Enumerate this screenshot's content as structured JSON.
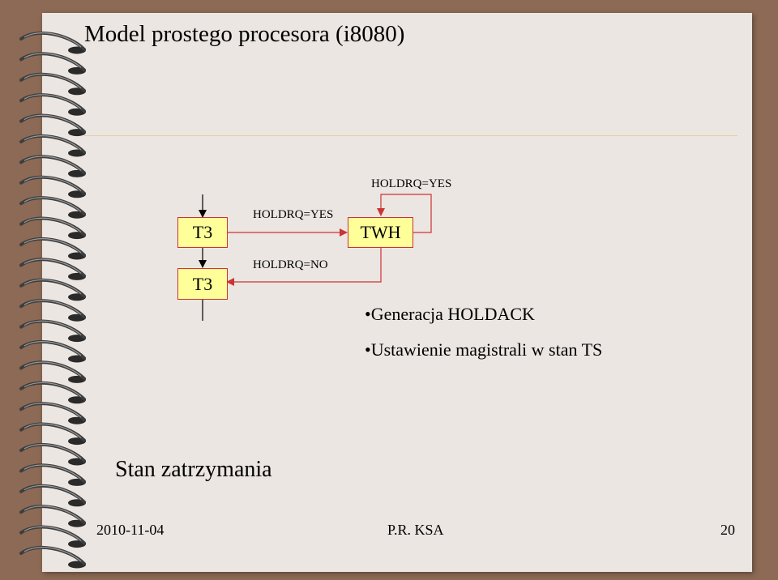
{
  "slide": {
    "title": "Model prostego procesora (i8080)",
    "state_label": "Stan zatrzymania"
  },
  "diagram": {
    "nodes": {
      "t3_top": "T3",
      "t3_bottom": "T3",
      "twh": "TWH"
    },
    "edges": {
      "t3_to_twh": "HOLDRQ=YES",
      "twh_loop": "HOLDRQ=YES",
      "twh_to_t3": "HOLDRQ=NO"
    },
    "bullets": [
      "Generacja HOLDACK",
      "Ustawienie magistrali w stan TS"
    ]
  },
  "footer": {
    "date": "2010-11-04",
    "author": "P.R. KSA",
    "page": "20"
  },
  "colors": {
    "frame": "#8c6a55",
    "slide": "#ebe6e2",
    "node_fill": "#ffff99",
    "node_border": "#cc3333",
    "arrow": "#cc3333"
  }
}
